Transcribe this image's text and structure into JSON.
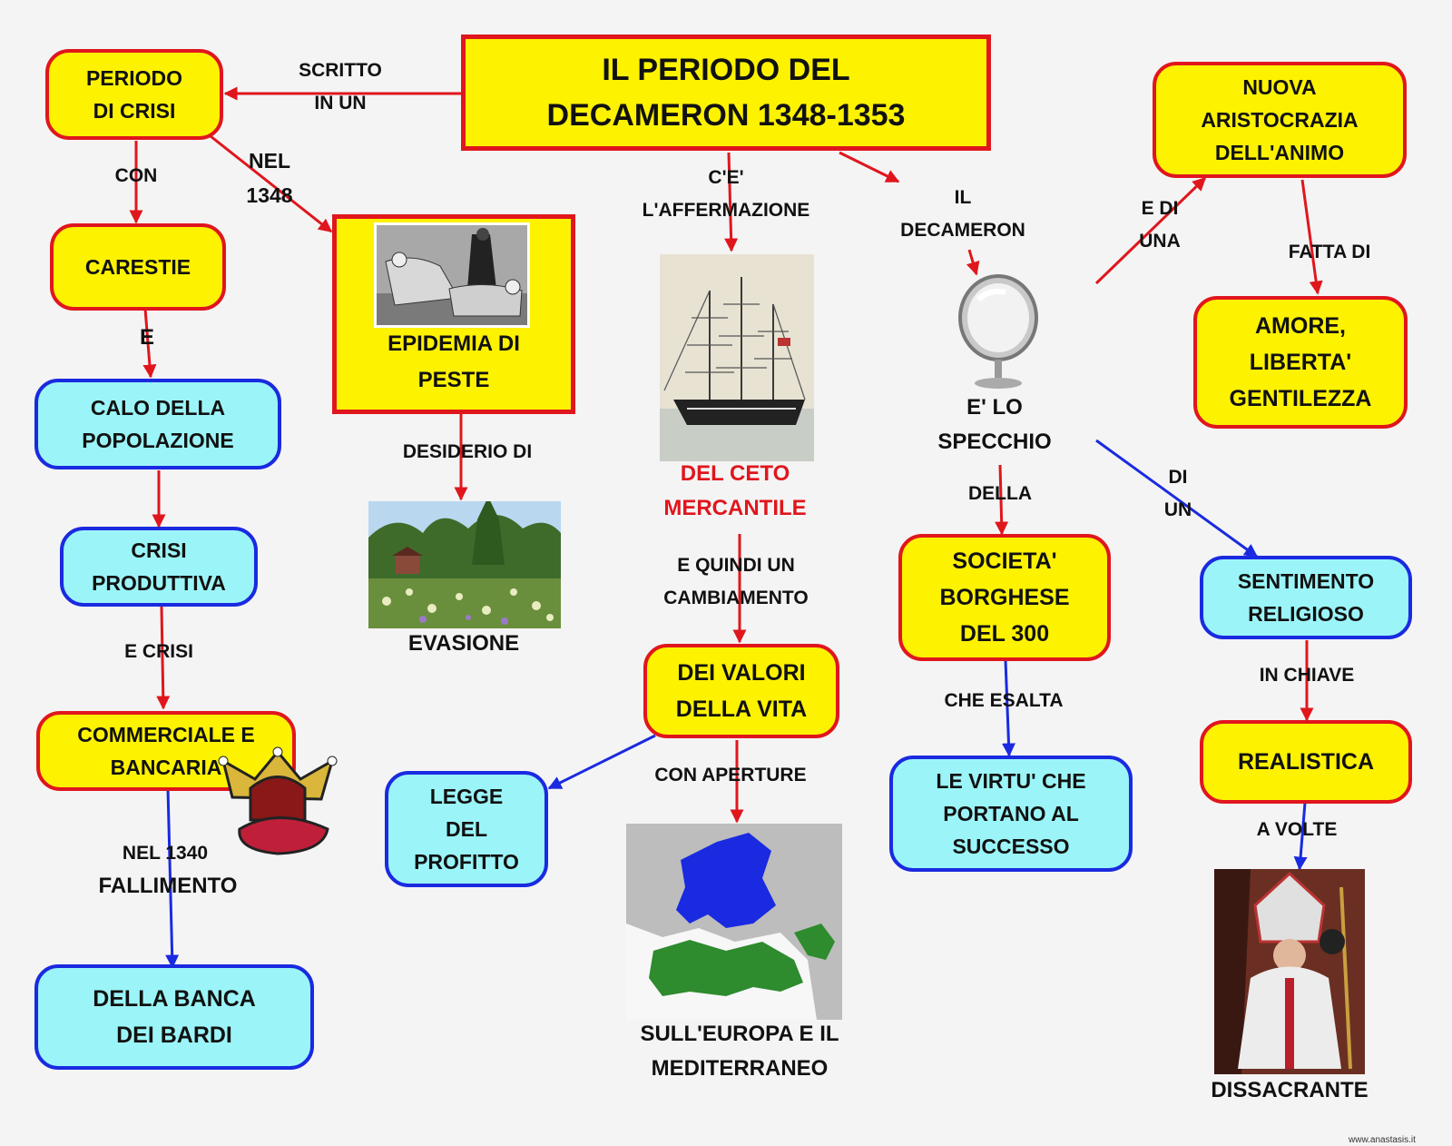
{
  "title": {
    "line1": "IL    PERIODO    DEL",
    "line2": "DECAMERON       1348-1353"
  },
  "nodes": {
    "periodo_crisi": [
      "PERIODO",
      "DI   CRISI"
    ],
    "carestie": [
      "CARESTIE"
    ],
    "calo": [
      "CALO    DELLA",
      "POPOLAZIONE"
    ],
    "crisi_produttiva": [
      "CRISI",
      "PRODUTTIVA"
    ],
    "commerciale": [
      "COMMERCIALE      E",
      "BANCARIA"
    ],
    "banca_bardi": [
      "DELLA    BANCA",
      "DEI    BARDI"
    ],
    "epidemia": [
      "EPIDEMIA     DI",
      "PESTE"
    ],
    "valori": [
      "DEI    VALORI",
      "DELLA    VITA"
    ],
    "legge": [
      "LEGGE",
      "DEL",
      "PROFITTO"
    ],
    "societa": [
      "SOCIETA'",
      "BORGHESE",
      "DEL    300"
    ],
    "virtu": [
      "LE    VIRTU'    CHE",
      "PORTANO     AL",
      "SUCCESSO"
    ],
    "aristocrazia": [
      "NUOVA",
      "ARISTOCRAZIA",
      "DELL'ANIMO"
    ],
    "amore": [
      "AMORE,",
      "LIBERTA'",
      "GENTILEZZA"
    ],
    "sentimento": [
      "SENTIMENTO",
      "RELIGIOSO"
    ],
    "realistica": [
      "REALISTICA"
    ]
  },
  "labels": {
    "scritto": [
      "SCRITTO",
      "IN   UN"
    ],
    "con": [
      "CON"
    ],
    "nel1348": [
      "NEL",
      "1348"
    ],
    "e": [
      "E"
    ],
    "e_crisi": [
      "E    CRISI"
    ],
    "nel1340": [
      "NEL      1340"
    ],
    "fallimento": [
      "FALLIMENTO"
    ],
    "desiderio": [
      "DESIDERIO      DI"
    ],
    "evasione": [
      "EVASIONE"
    ],
    "affermazione": [
      "C'E'",
      "L'AFFERMAZIONE"
    ],
    "ceto": [
      "DEL     CETO",
      "MERCANTILE"
    ],
    "cambiamento": [
      "E     QUINDI     UN",
      "CAMBIAMENTO"
    ],
    "con_aperture": [
      "CON          APERTURE"
    ],
    "europa": [
      "SULL'EUROPA      E  IL",
      "MEDITERRANEO"
    ],
    "il_decameron": [
      "IL",
      "DECAMERON"
    ],
    "specchio": [
      "E'   LO",
      "SPECCHIO"
    ],
    "della": [
      "DELLA"
    ],
    "che_esalta": [
      "CHE        ESALTA"
    ],
    "e_di_una": [
      "E   DI",
      "UNA"
    ],
    "fatta_di": [
      "FATTA      DI"
    ],
    "di_un": [
      "DI",
      "UN"
    ],
    "in_chiave": [
      "IN       CHIAVE"
    ],
    "a_volte": [
      "A      VOLTE"
    ],
    "dissacrante": [
      "DISSACRANTE"
    ]
  },
  "colors": {
    "yellow": "#fdf200",
    "cyan": "#9bf5f8",
    "red": "#e0161d",
    "blue": "#1a2ae0"
  },
  "footer": "www.anastasis.it"
}
